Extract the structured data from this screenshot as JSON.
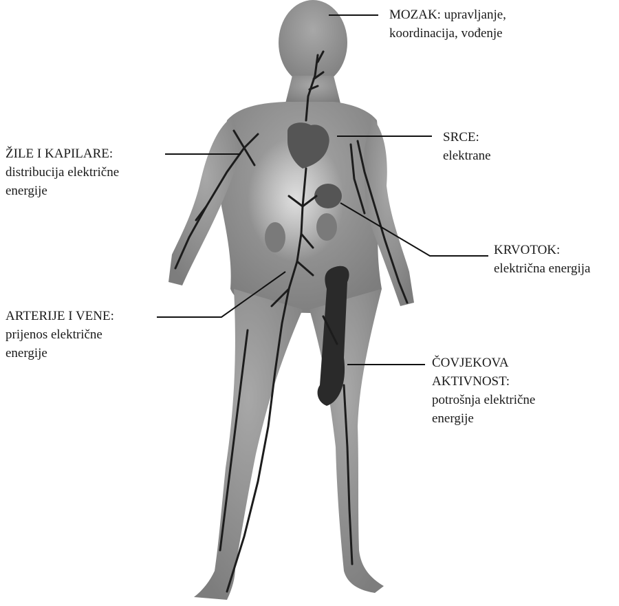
{
  "labels": {
    "mozak": {
      "title": "MOZAK: upravljanje,",
      "line2": "koordinacija, vođenje"
    },
    "srce": {
      "title": "SRCE:",
      "line2": "elektrane"
    },
    "zile": {
      "title": "ŽILE I KAPILARE:",
      "line2": "distribucija električne",
      "line3": "energije"
    },
    "krvotok": {
      "title": "KRVOTOK:",
      "line2": "električna energija"
    },
    "arterije": {
      "title": "ARTERIJE I VENE:",
      "line2": "prijenos električne",
      "line3": "energije"
    },
    "aktivnost": {
      "title": "ČOVJEKOVA",
      "line2": "AKTIVNOST:",
      "line3": "potrošnja električne",
      "line4": "energije"
    }
  },
  "colors": {
    "body": "#8f8f8f",
    "vessel": "#1c1c1c",
    "organ": "#5a5a5a",
    "leader": "#111111"
  }
}
